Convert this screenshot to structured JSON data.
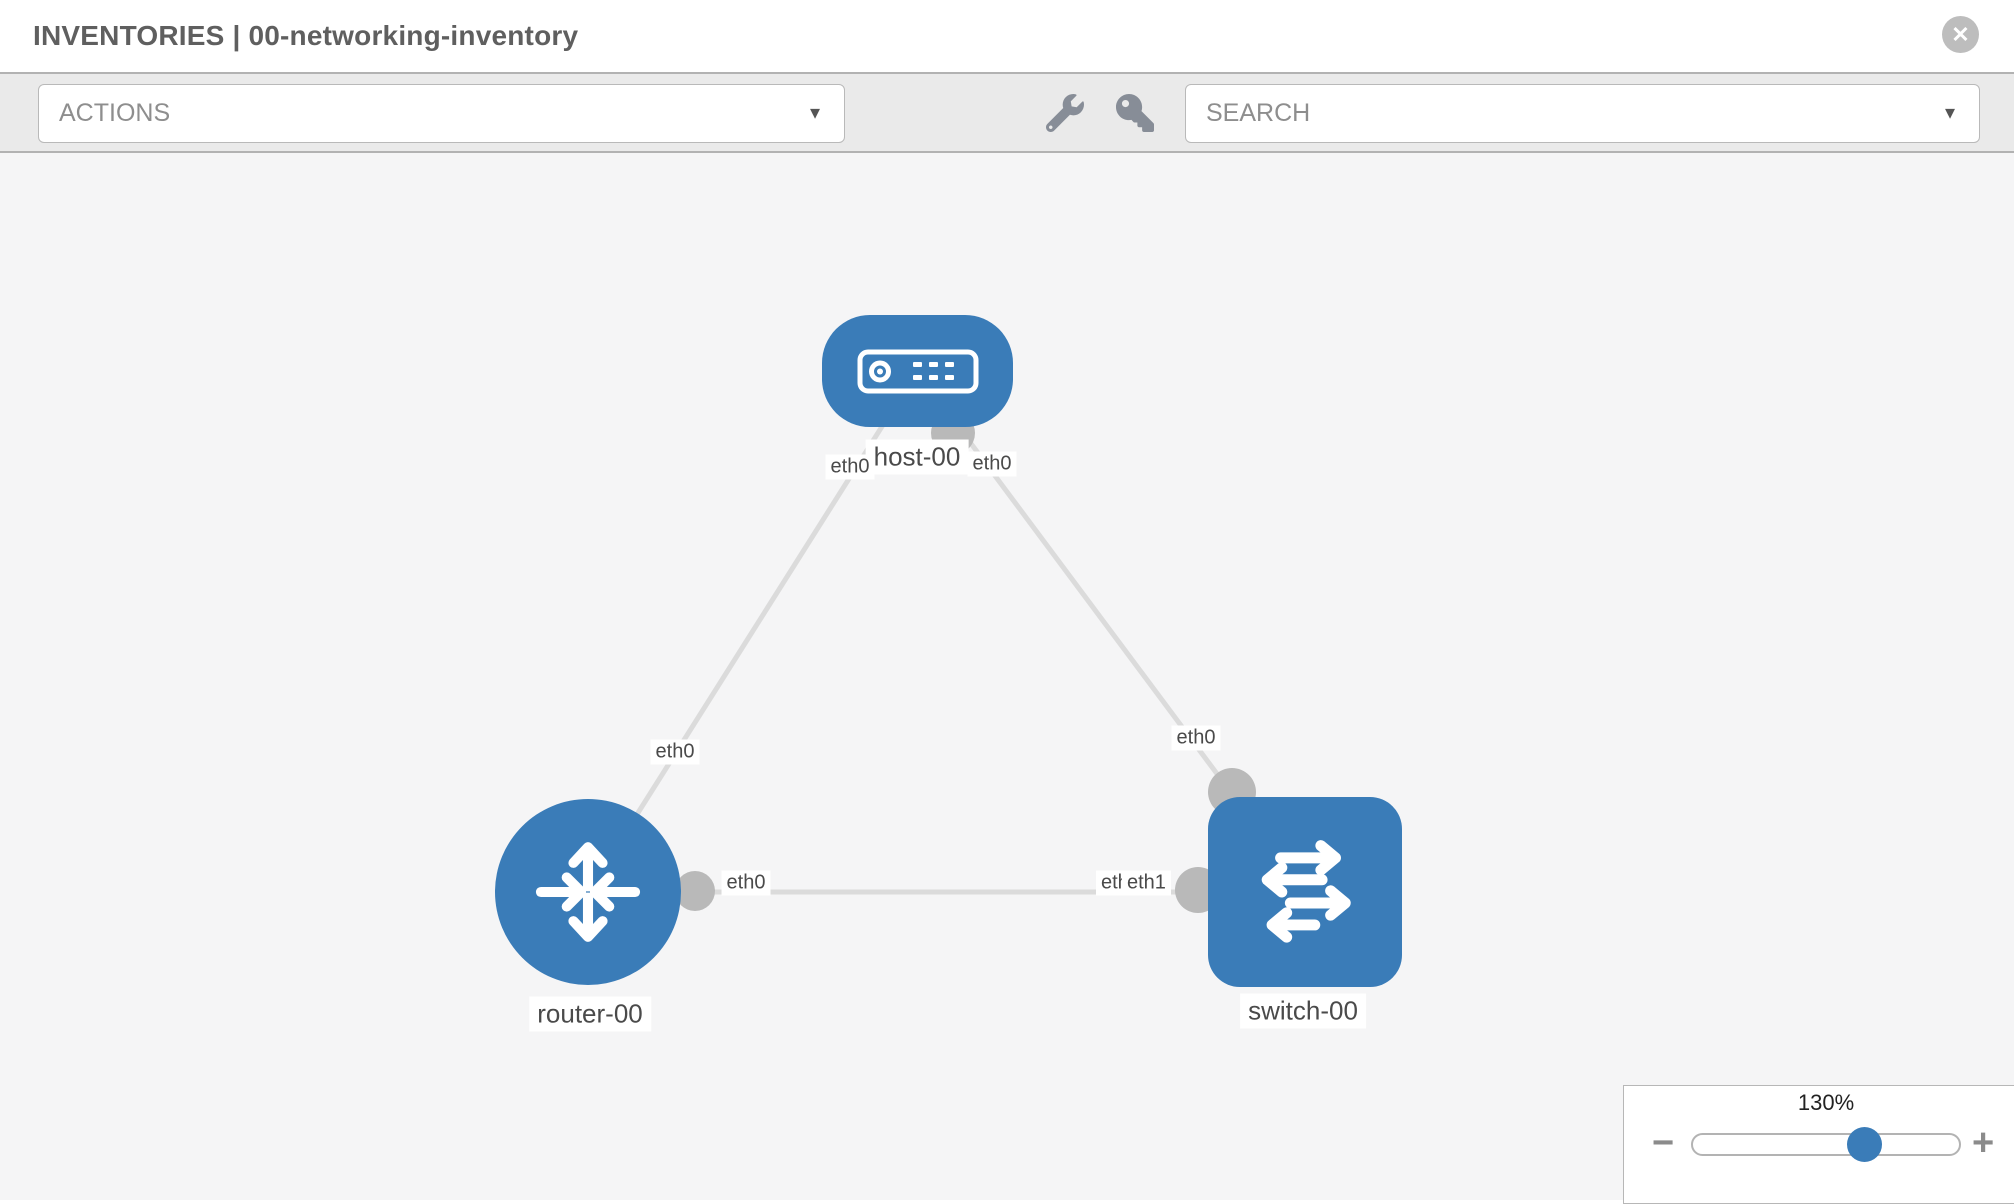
{
  "header": {
    "title": "INVENTORIES | 00-networking-inventory",
    "close_glyph": "✕"
  },
  "toolbar": {
    "actions_dropdown": {
      "label": "ACTIONS",
      "caret": "▾"
    },
    "search_dropdown": {
      "label": "SEARCH",
      "caret": "▾"
    },
    "icons": [
      "wrench-icon",
      "key-icon"
    ]
  },
  "diagram": {
    "nodes": {
      "host": {
        "label": "host-00",
        "type": "host",
        "icon": "server-icon"
      },
      "router": {
        "label": "router-00",
        "type": "router",
        "icon": "router-arrows-icon"
      },
      "switch": {
        "label": "switch-00",
        "type": "switch",
        "icon": "switch-arrows-icon"
      }
    },
    "interfaces": {
      "host_to_router": "eth0",
      "host_to_switch": "eth0",
      "router_uplink": "eth0",
      "switch_uplink": "eth0",
      "router_to_switch": "eth0",
      "switch_overlap_back": "eth0",
      "switch_overlap_front": "eth1"
    },
    "colors": {
      "node_blue": "#3a7cb8",
      "link_gray": "#dbdbdb",
      "port_gray": "#b9b9b9"
    }
  },
  "zoom_control": {
    "level": "130%",
    "minus_label": "−",
    "plus_label": "+"
  }
}
